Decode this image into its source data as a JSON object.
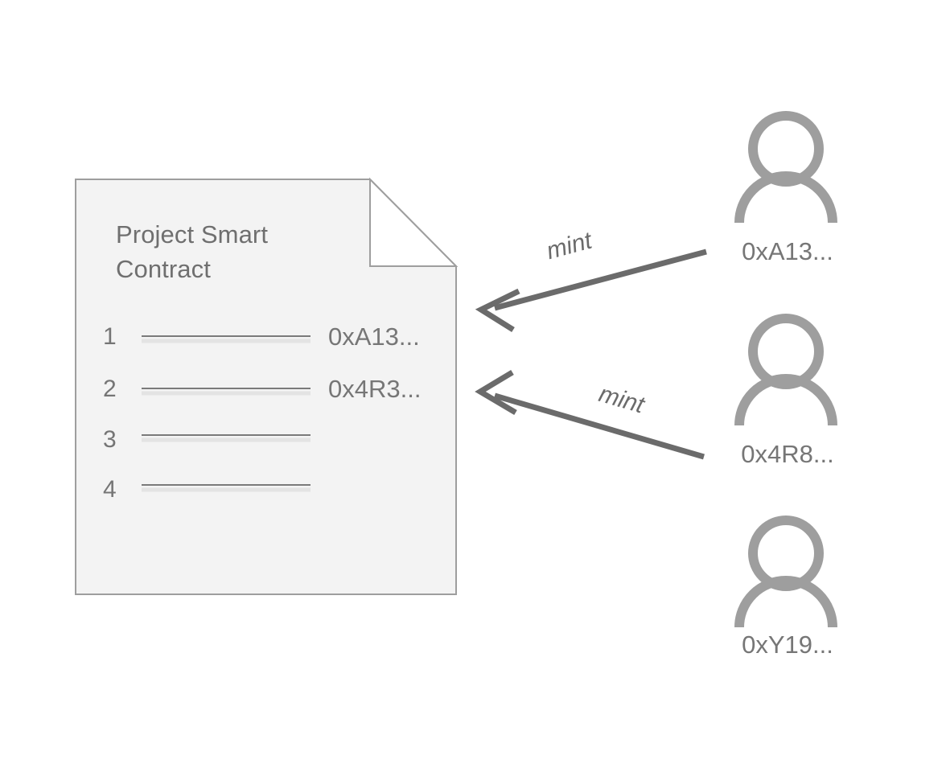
{
  "diagram": {
    "background_color": "#ffffff",
    "contract": {
      "title_line1": "Project Smart",
      "title_line2": "Contract",
      "fill_color": "#f3f3f3",
      "border_color": "#9e9e9e",
      "text_color": "#6f6f6f",
      "rows": [
        {
          "number": "1",
          "address": "0xA13..."
        },
        {
          "number": "2",
          "address": "0x4R3..."
        },
        {
          "number": "3",
          "address": ""
        },
        {
          "number": "4",
          "address": ""
        }
      ]
    },
    "actors": [
      {
        "id": "actor-1",
        "label": "0xA13...",
        "icon": "person-icon"
      },
      {
        "id": "actor-2",
        "label": "0x4R8...",
        "icon": "person-icon"
      },
      {
        "id": "actor-3",
        "label": "0xY19...",
        "icon": "person-icon"
      }
    ],
    "edges": [
      {
        "id": "edge-1",
        "label": "mint",
        "from": "actor-1",
        "to": "contract"
      },
      {
        "id": "edge-2",
        "label": "mint",
        "from": "actor-2",
        "to": "contract"
      }
    ],
    "colors": {
      "stroke": "#6b6b6b",
      "icon": "#9e9e9e",
      "line": "#7a7a7a",
      "shadow": "#e0e0e0"
    }
  }
}
